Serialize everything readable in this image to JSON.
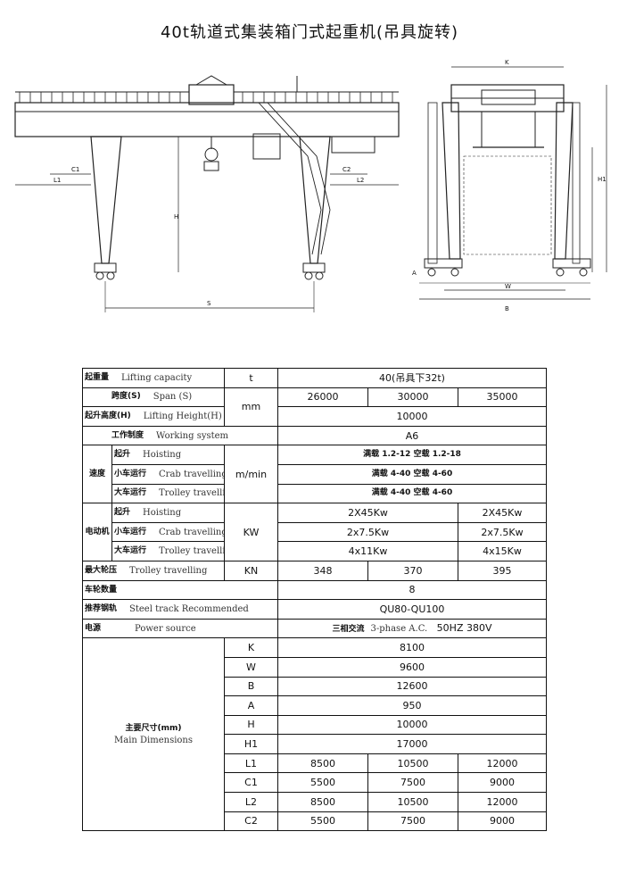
{
  "title": "40t轨道式集装箱门式起重机(吊具旋转)",
  "drawing": {
    "labels": {
      "K": "K",
      "H": "H",
      "H1": "H1",
      "S": "S",
      "L1": "L1",
      "L2": "L2",
      "C1": "C1",
      "C2": "C2",
      "A": "A",
      "W": "W",
      "B": "B"
    }
  },
  "table": {
    "lifting_capacity": {
      "zh": "起重量",
      "en": "Lifting capacity",
      "unit": "t",
      "value": "40(吊具下32t)"
    },
    "span": {
      "zh": "跨度(S)",
      "en": "Span (S)",
      "unit": "mm",
      "values": [
        "26000",
        "30000",
        "35000"
      ]
    },
    "lifting_height": {
      "zh": "起升高度(H)",
      "en": "Lifting Height(H)",
      "value": "10000"
    },
    "working_system": {
      "zh": "工作制度",
      "en": "Working system",
      "value": "A6"
    },
    "speed": {
      "group_zh": "速度",
      "unit": "m/min",
      "rows": [
        {
          "zh": "起升",
          "en": "Hoisting",
          "value": "满载 1.2-12  空载 1.2-18"
        },
        {
          "zh": "小车运行",
          "en": "Crab travelling",
          "value": "满载 4-40  空载 4-60"
        },
        {
          "zh": "大车运行",
          "en": "Trolley travelling",
          "value": "满载 4-40  空载 4-60"
        }
      ]
    },
    "motor": {
      "group_zh": "电动机",
      "unit": "KW",
      "rows": [
        {
          "zh": "起升",
          "en": "Hoisting",
          "value_a": "2X45Kw",
          "value_b": "2X45Kw"
        },
        {
          "zh": "小车运行",
          "en": "Crab travelling",
          "value_a": "2x7.5Kw",
          "value_b": "2x7.5Kw"
        },
        {
          "zh": "大车运行",
          "en": "Trolley travelling",
          "value_a": "4x11Kw",
          "value_b": "4x15Kw"
        }
      ]
    },
    "max_wheel_load": {
      "zh": "最大轮压",
      "en": "Trolley travelling",
      "unit": "KN",
      "values": [
        "348",
        "370",
        "395"
      ]
    },
    "wheel_count": {
      "zh": "车轮数量",
      "value": "8"
    },
    "steel_track": {
      "zh": "推荐钢轨",
      "en": "Steel track Recommended",
      "value": "QU80-QU100"
    },
    "power": {
      "zh": "电源",
      "en": "Power source",
      "value_zh": "三相交流",
      "value_en": "3-phase A.C.",
      "value_spec": "50HZ 380V"
    },
    "dimensions": {
      "zh": "主要尺寸(mm)",
      "en": "Main Dimensions",
      "rows": [
        {
          "label": "K",
          "values": [
            "8100"
          ]
        },
        {
          "label": "W",
          "values": [
            "9600"
          ]
        },
        {
          "label": "B",
          "values": [
            "12600"
          ]
        },
        {
          "label": "A",
          "values": [
            "950"
          ]
        },
        {
          "label": "H",
          "values": [
            "10000"
          ]
        },
        {
          "label": "H1",
          "values": [
            "17000"
          ]
        },
        {
          "label": "L1",
          "values": [
            "8500",
            "10500",
            "12000"
          ]
        },
        {
          "label": "C1",
          "values": [
            "5500",
            "7500",
            "9000"
          ]
        },
        {
          "label": "L2",
          "values": [
            "8500",
            "10500",
            "12000"
          ]
        },
        {
          "label": "C2",
          "values": [
            "5500",
            "7500",
            "9000"
          ]
        }
      ]
    }
  }
}
